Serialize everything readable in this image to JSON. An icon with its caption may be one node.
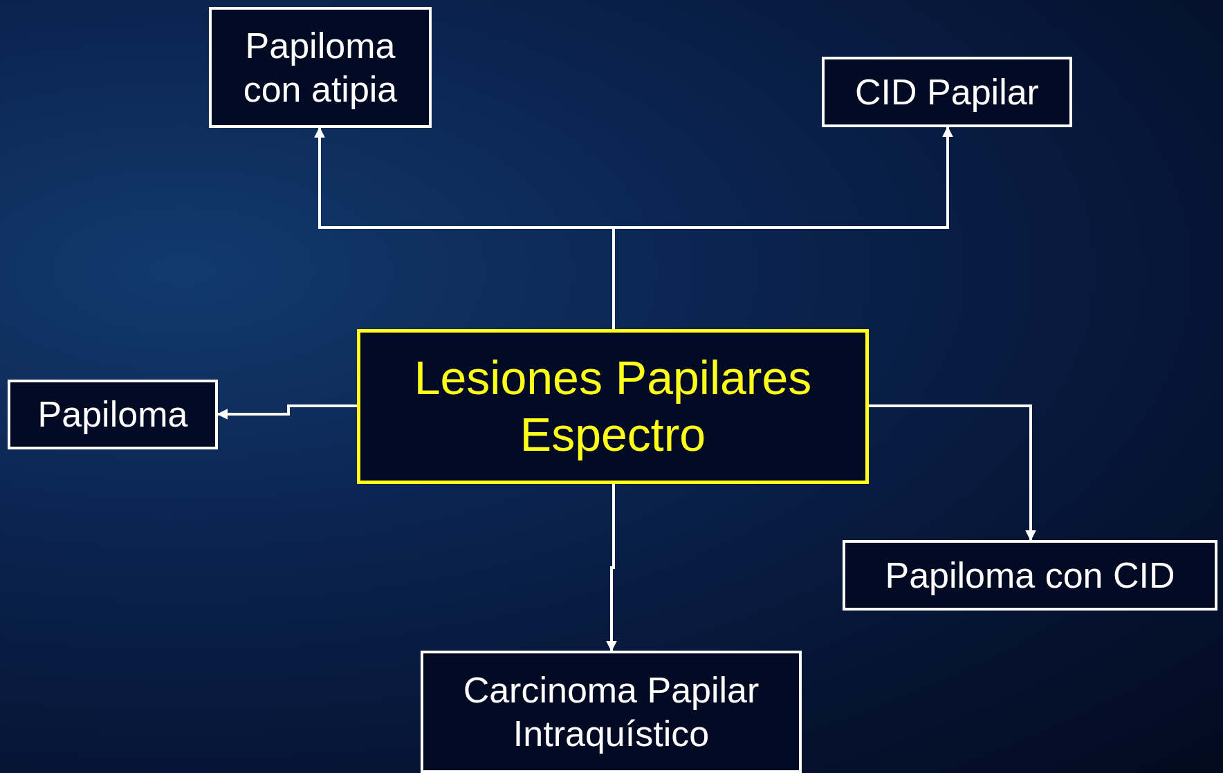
{
  "diagram": {
    "nodes": [
      {
        "text": [
          "Lesiones Papilares Espectro"
        ]
      },
      {
        "text": [
          "Papiloma con atipia"
        ]
      },
      {
        "text": [
          "CID Papilar"
        ]
      },
      {
        "text": [
          "Papiloma"
        ]
      },
      {
        "text": [
          "Papiloma con CID"
        ]
      },
      {
        "text": [
          "Carcinoma Papilar Intraquístico"
        ]
      }
    ],
    "edges": [
      {
        "from": 0,
        "to": 1,
        "arrow": "to"
      },
      {
        "from": 0,
        "to": 2,
        "arrow": "to"
      },
      {
        "from": 0,
        "to": 3,
        "arrow": "to"
      },
      {
        "from": 0,
        "to": 4,
        "arrow": "to"
      },
      {
        "from": 0,
        "to": 5,
        "arrow": "to"
      }
    ]
  }
}
